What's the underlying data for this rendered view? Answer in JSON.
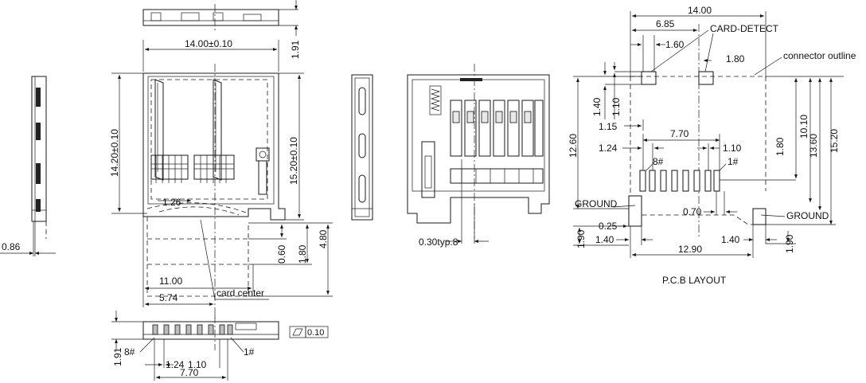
{
  "front_view": {
    "width_dim": "14.00±0.10",
    "height_dim": "14.20±0.10",
    "overall_height_dim": "15.20±0.10",
    "top_thickness_dim": "1.91",
    "pitch_dim": "1.26",
    "dim_060": "0.60",
    "dim_180": "1.80",
    "dim_480": "4.80",
    "dim_1100": "11.00",
    "dim_574": "5.74",
    "card_center_label": "card center"
  },
  "left_view": {
    "thickness_dim": "0.86"
  },
  "bottom_view": {
    "height_dim": "1.91",
    "pin8_label": "8#",
    "pin1_label": "1#",
    "pitch_dim": "1.24",
    "pitch2_dim": "1.10",
    "span_dim": "7.70",
    "flatness_dim": "0.10"
  },
  "back_view": {
    "typ_dim": "0.30typ.8"
  },
  "pcb_layout": {
    "title": "P.C.B LAYOUT",
    "card_detect_label": "CARD-DETECT",
    "connector_outline_label": "connector outline",
    "ground_left_label": "GROUND",
    "ground_right_label": "GROUND",
    "pin8_label": "8#",
    "pin1_label": "1#",
    "dims": {
      "overall_width": "14.00",
      "d685": "6.85",
      "d160": "1.60",
      "d180_top": "1.80",
      "d140": "1.40",
      "d110_v": "1.10",
      "d115": "1.15",
      "d770": "7.70",
      "d124": "1.24",
      "d110_h": "1.10",
      "d1260": "12.60",
      "d1010": "10.10",
      "d1360": "13.60",
      "d1520": "15.20",
      "d180_v": "1.80",
      "d070": "0.70",
      "d025": "0.25",
      "d190_left": "1.90",
      "d140_left": "1.40",
      "d140_right": "1.40",
      "d190_right": "1.90",
      "d1290": "12.90"
    }
  }
}
